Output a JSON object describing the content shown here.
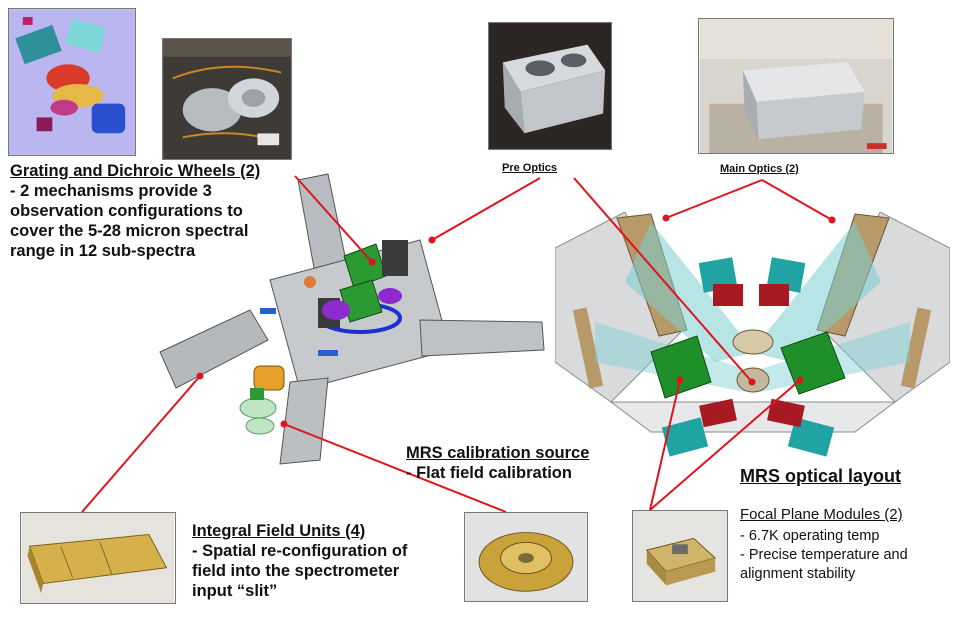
{
  "grating": {
    "title": "Grating and Dichroic Wheels (2)",
    "lines": [
      "- 2 mechanisms provide 3",
      "observation configurations to",
      "cover the 5-28 micron spectral",
      "range in 12 sub-spectra"
    ]
  },
  "pre_optics": {
    "label": "Pre Optics"
  },
  "main_optics": {
    "label": "Main Optics (2)"
  },
  "calibration": {
    "title": "MRS calibration source",
    "line": "- Flat field calibration"
  },
  "layout": {
    "title": "MRS optical layout"
  },
  "ifu": {
    "title": "Integral Field Units (4)",
    "lines": [
      "- Spatial re-configuration of",
      "field into the spectrometer",
      "input “slit”"
    ]
  },
  "fpm": {
    "title": "Focal Plane Modules (2)",
    "lines": [
      "- 6.7K operating temp",
      "- Precise temperature and",
      "alignment stability"
    ]
  },
  "colors": {
    "leader": "#e0141e",
    "green": "#1f8f2a",
    "teal": "#1fa3a3",
    "red": "#a81a22",
    "tan": "#b89a6a",
    "gray": "#c9ccd0"
  }
}
